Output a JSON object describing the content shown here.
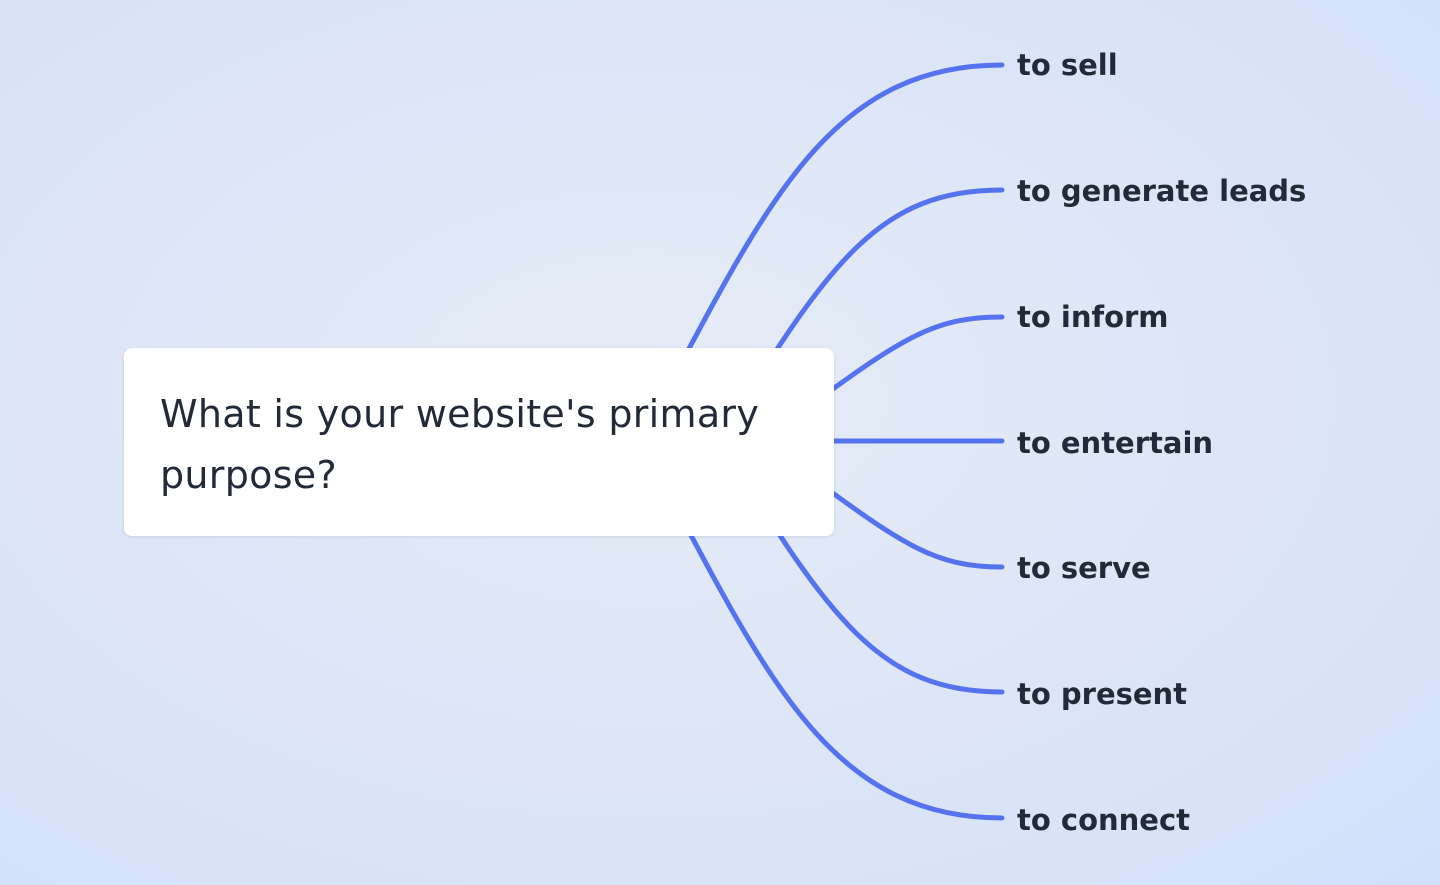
{
  "question": "What is your website's primary purpose?",
  "options": [
    "to sell",
    "to generate leads",
    "to inform",
    "to entertain",
    "to serve",
    "to present",
    "to connect"
  ],
  "colors": {
    "line": "#5573ee",
    "text": "#222a38",
    "box": "#ffffff"
  }
}
